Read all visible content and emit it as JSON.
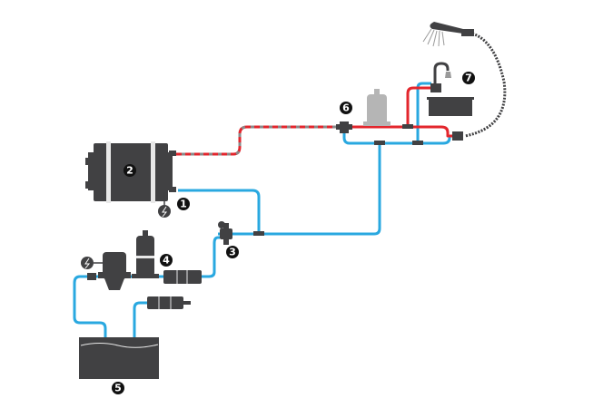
{
  "colors": {
    "cold": "#29a8e0",
    "hot": "#e3262d",
    "component": "#414143",
    "accumulator_hot": "#b5b5b5",
    "dash_grey": "#8a8a8a"
  },
  "labels": [
    {
      "id": "1",
      "text": "1"
    },
    {
      "id": "2",
      "text": "2"
    },
    {
      "id": "3",
      "text": "3"
    },
    {
      "id": "4",
      "text": "4"
    },
    {
      "id": "5",
      "text": "5"
    },
    {
      "id": "6",
      "text": "6"
    },
    {
      "id": "7",
      "text": "7"
    }
  ]
}
